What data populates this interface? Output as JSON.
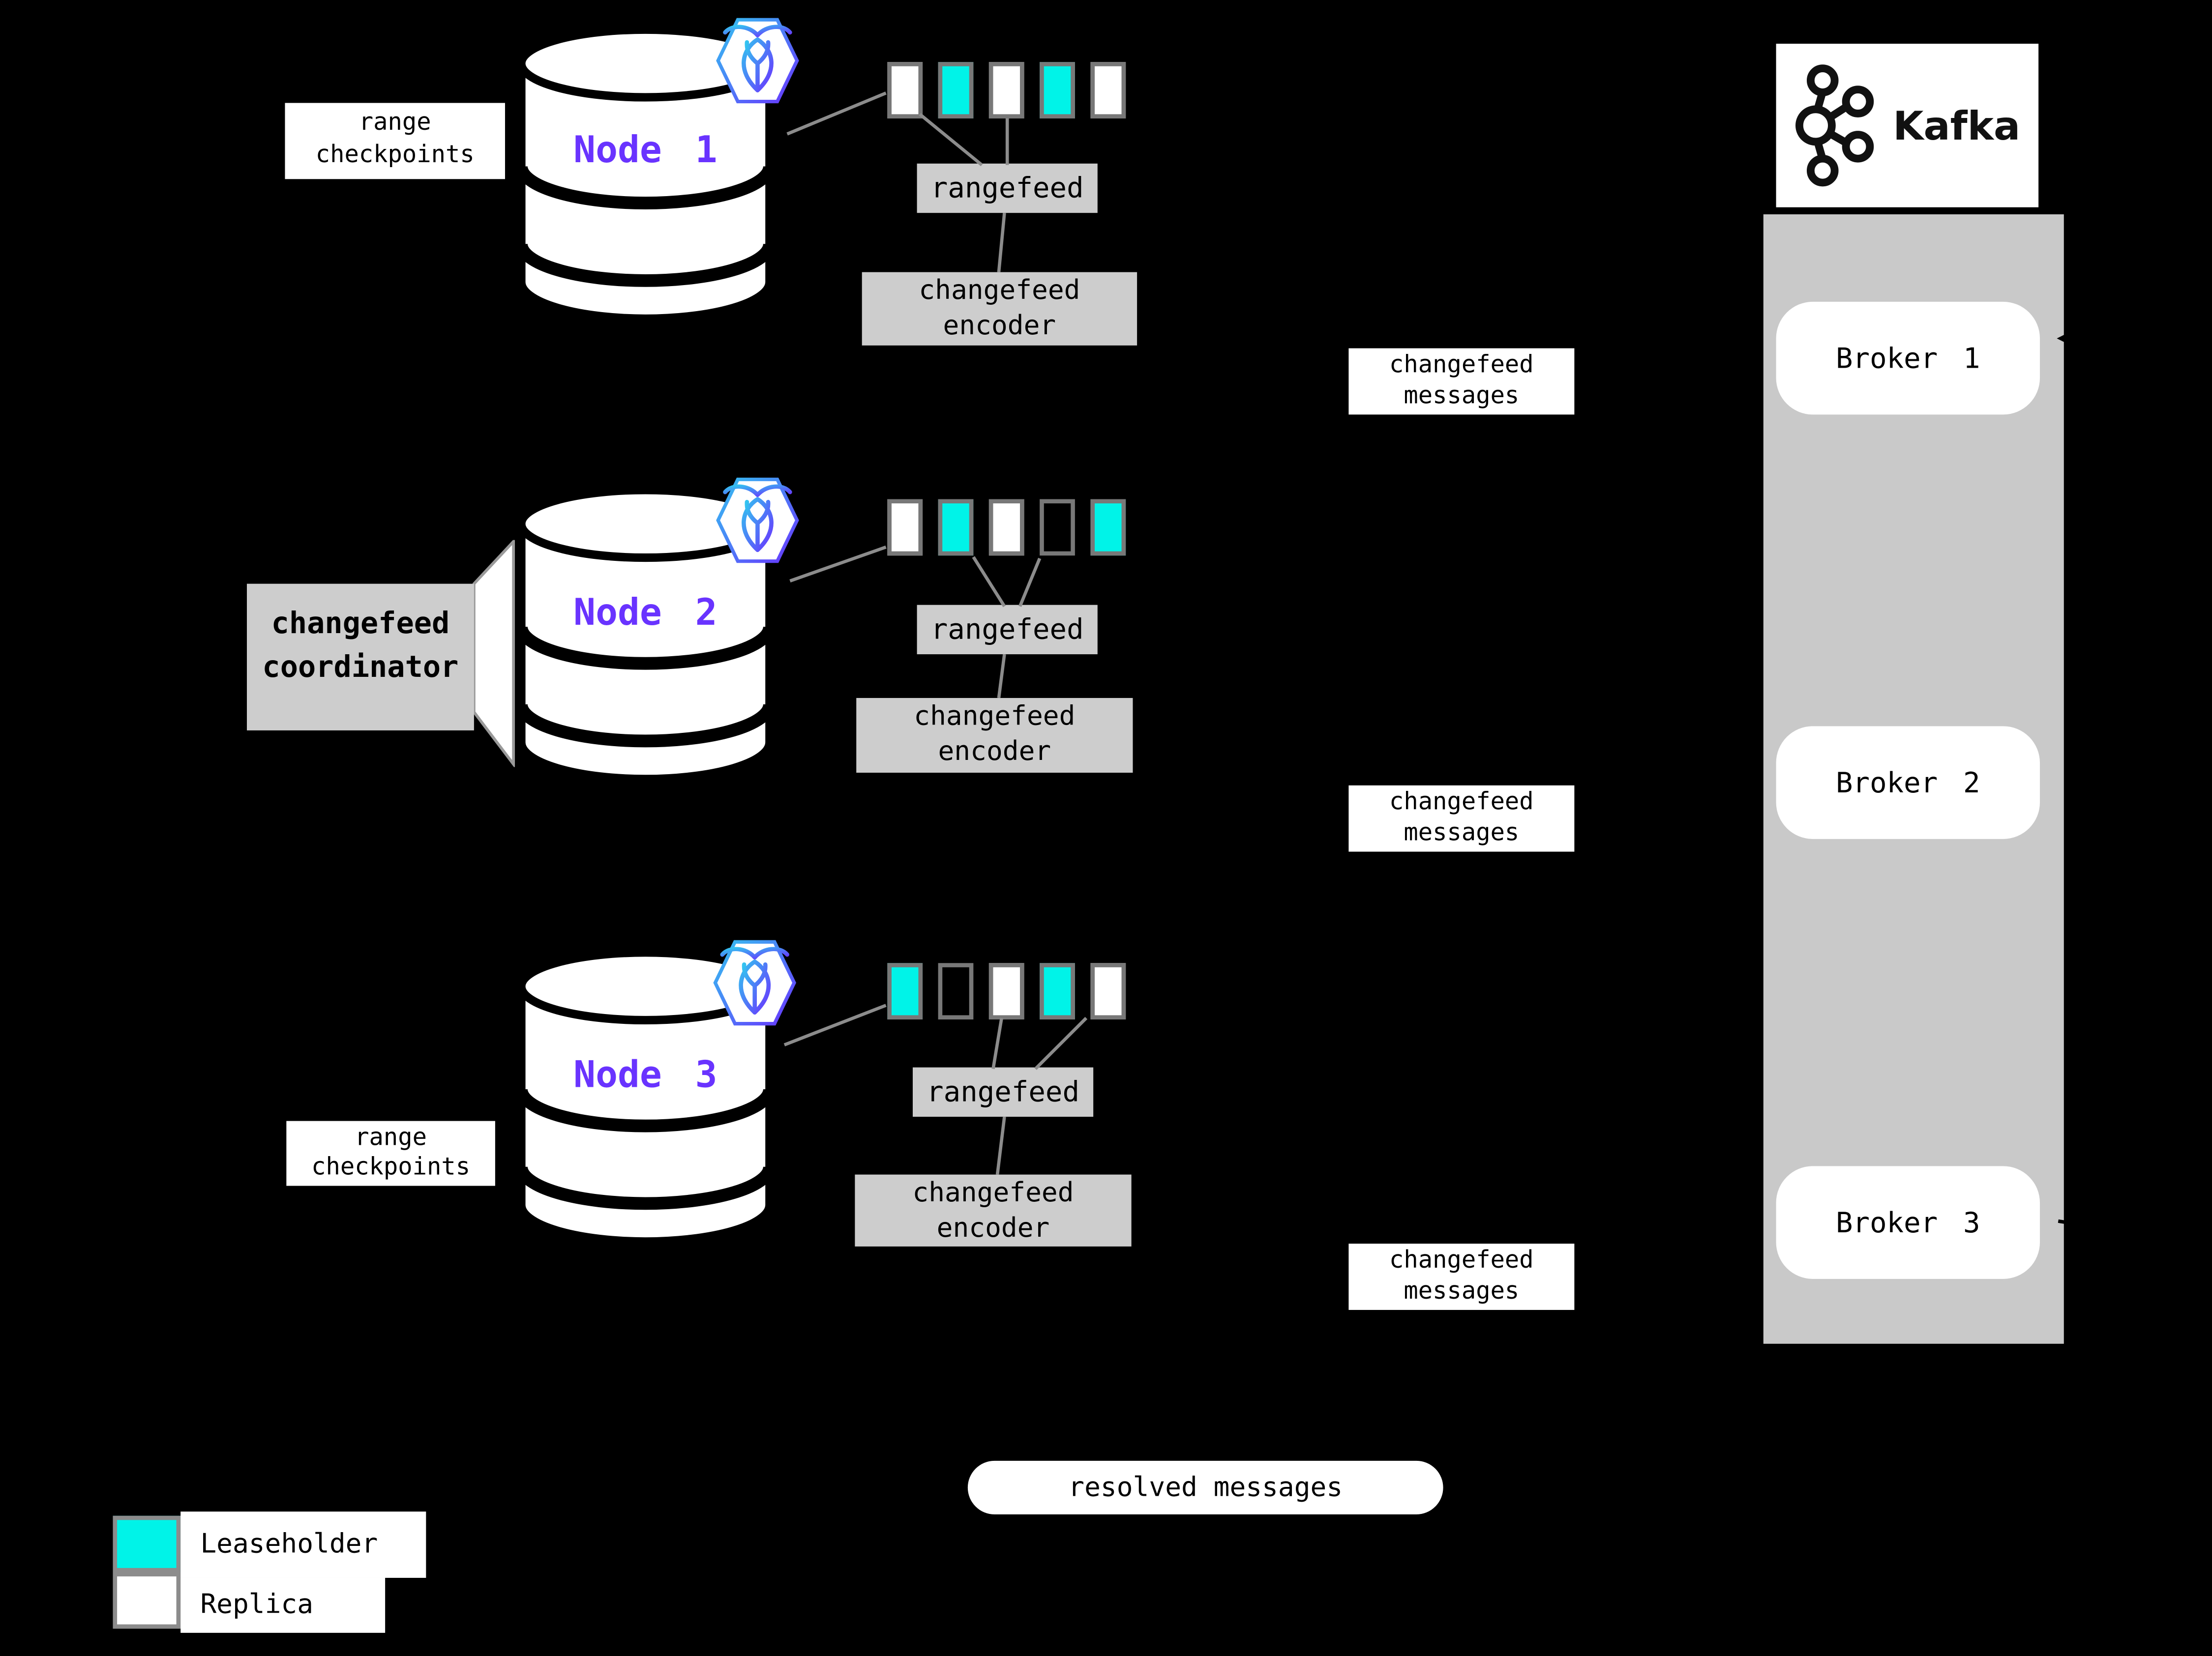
{
  "annotations": {
    "range_checkpoints_top": "range checkpoints",
    "range_checkpoints_bottom": "range checkpoints",
    "coordinator": "changefeed coordinator",
    "resolved_messages": "resolved messages"
  },
  "nodes": [
    {
      "label": "Node 1",
      "rangefeed": "rangefeed",
      "encoder": "changefeed encoder",
      "messages": "changefeed messages",
      "ranges": [
        "replica",
        "leaseholder",
        "replica",
        "leaseholder",
        "replica"
      ]
    },
    {
      "label": "Node 2",
      "rangefeed": "rangefeed",
      "encoder": "changefeed encoder",
      "messages": "changefeed messages",
      "ranges": [
        "replica",
        "leaseholder",
        "replica",
        "empty",
        "leaseholder"
      ]
    },
    {
      "label": "Node 3",
      "rangefeed": "rangefeed",
      "encoder": "changefeed encoder",
      "messages": "changefeed messages",
      "ranges": [
        "leaseholder",
        "empty",
        "replica",
        "leaseholder",
        "replica"
      ]
    }
  ],
  "kafka": {
    "brand": "Kafka",
    "brokers": [
      "Broker 1",
      "Broker 2",
      "Broker 3"
    ]
  },
  "legend": {
    "items": [
      {
        "label": "Leaseholder",
        "type": "leaseholder"
      },
      {
        "label": "Replica",
        "type": "replica"
      }
    ]
  },
  "icons": {
    "node": "database-cylinder",
    "badge": "cockroachdb-hexagon",
    "kafka": "kafka-circles-logo"
  },
  "colors": {
    "background": "#000000",
    "leaseholder": "#00F3E8",
    "replica": "#FFFFFF",
    "node_label": "#6933FF",
    "panel_gray": "#CDCDCD",
    "kafka_container": "#C9C9C9",
    "wire_gray": "#8C8C8C",
    "range_border": "#787878",
    "badge_gradient_start": "#33C3F0",
    "badge_gradient_end": "#6933FF"
  }
}
